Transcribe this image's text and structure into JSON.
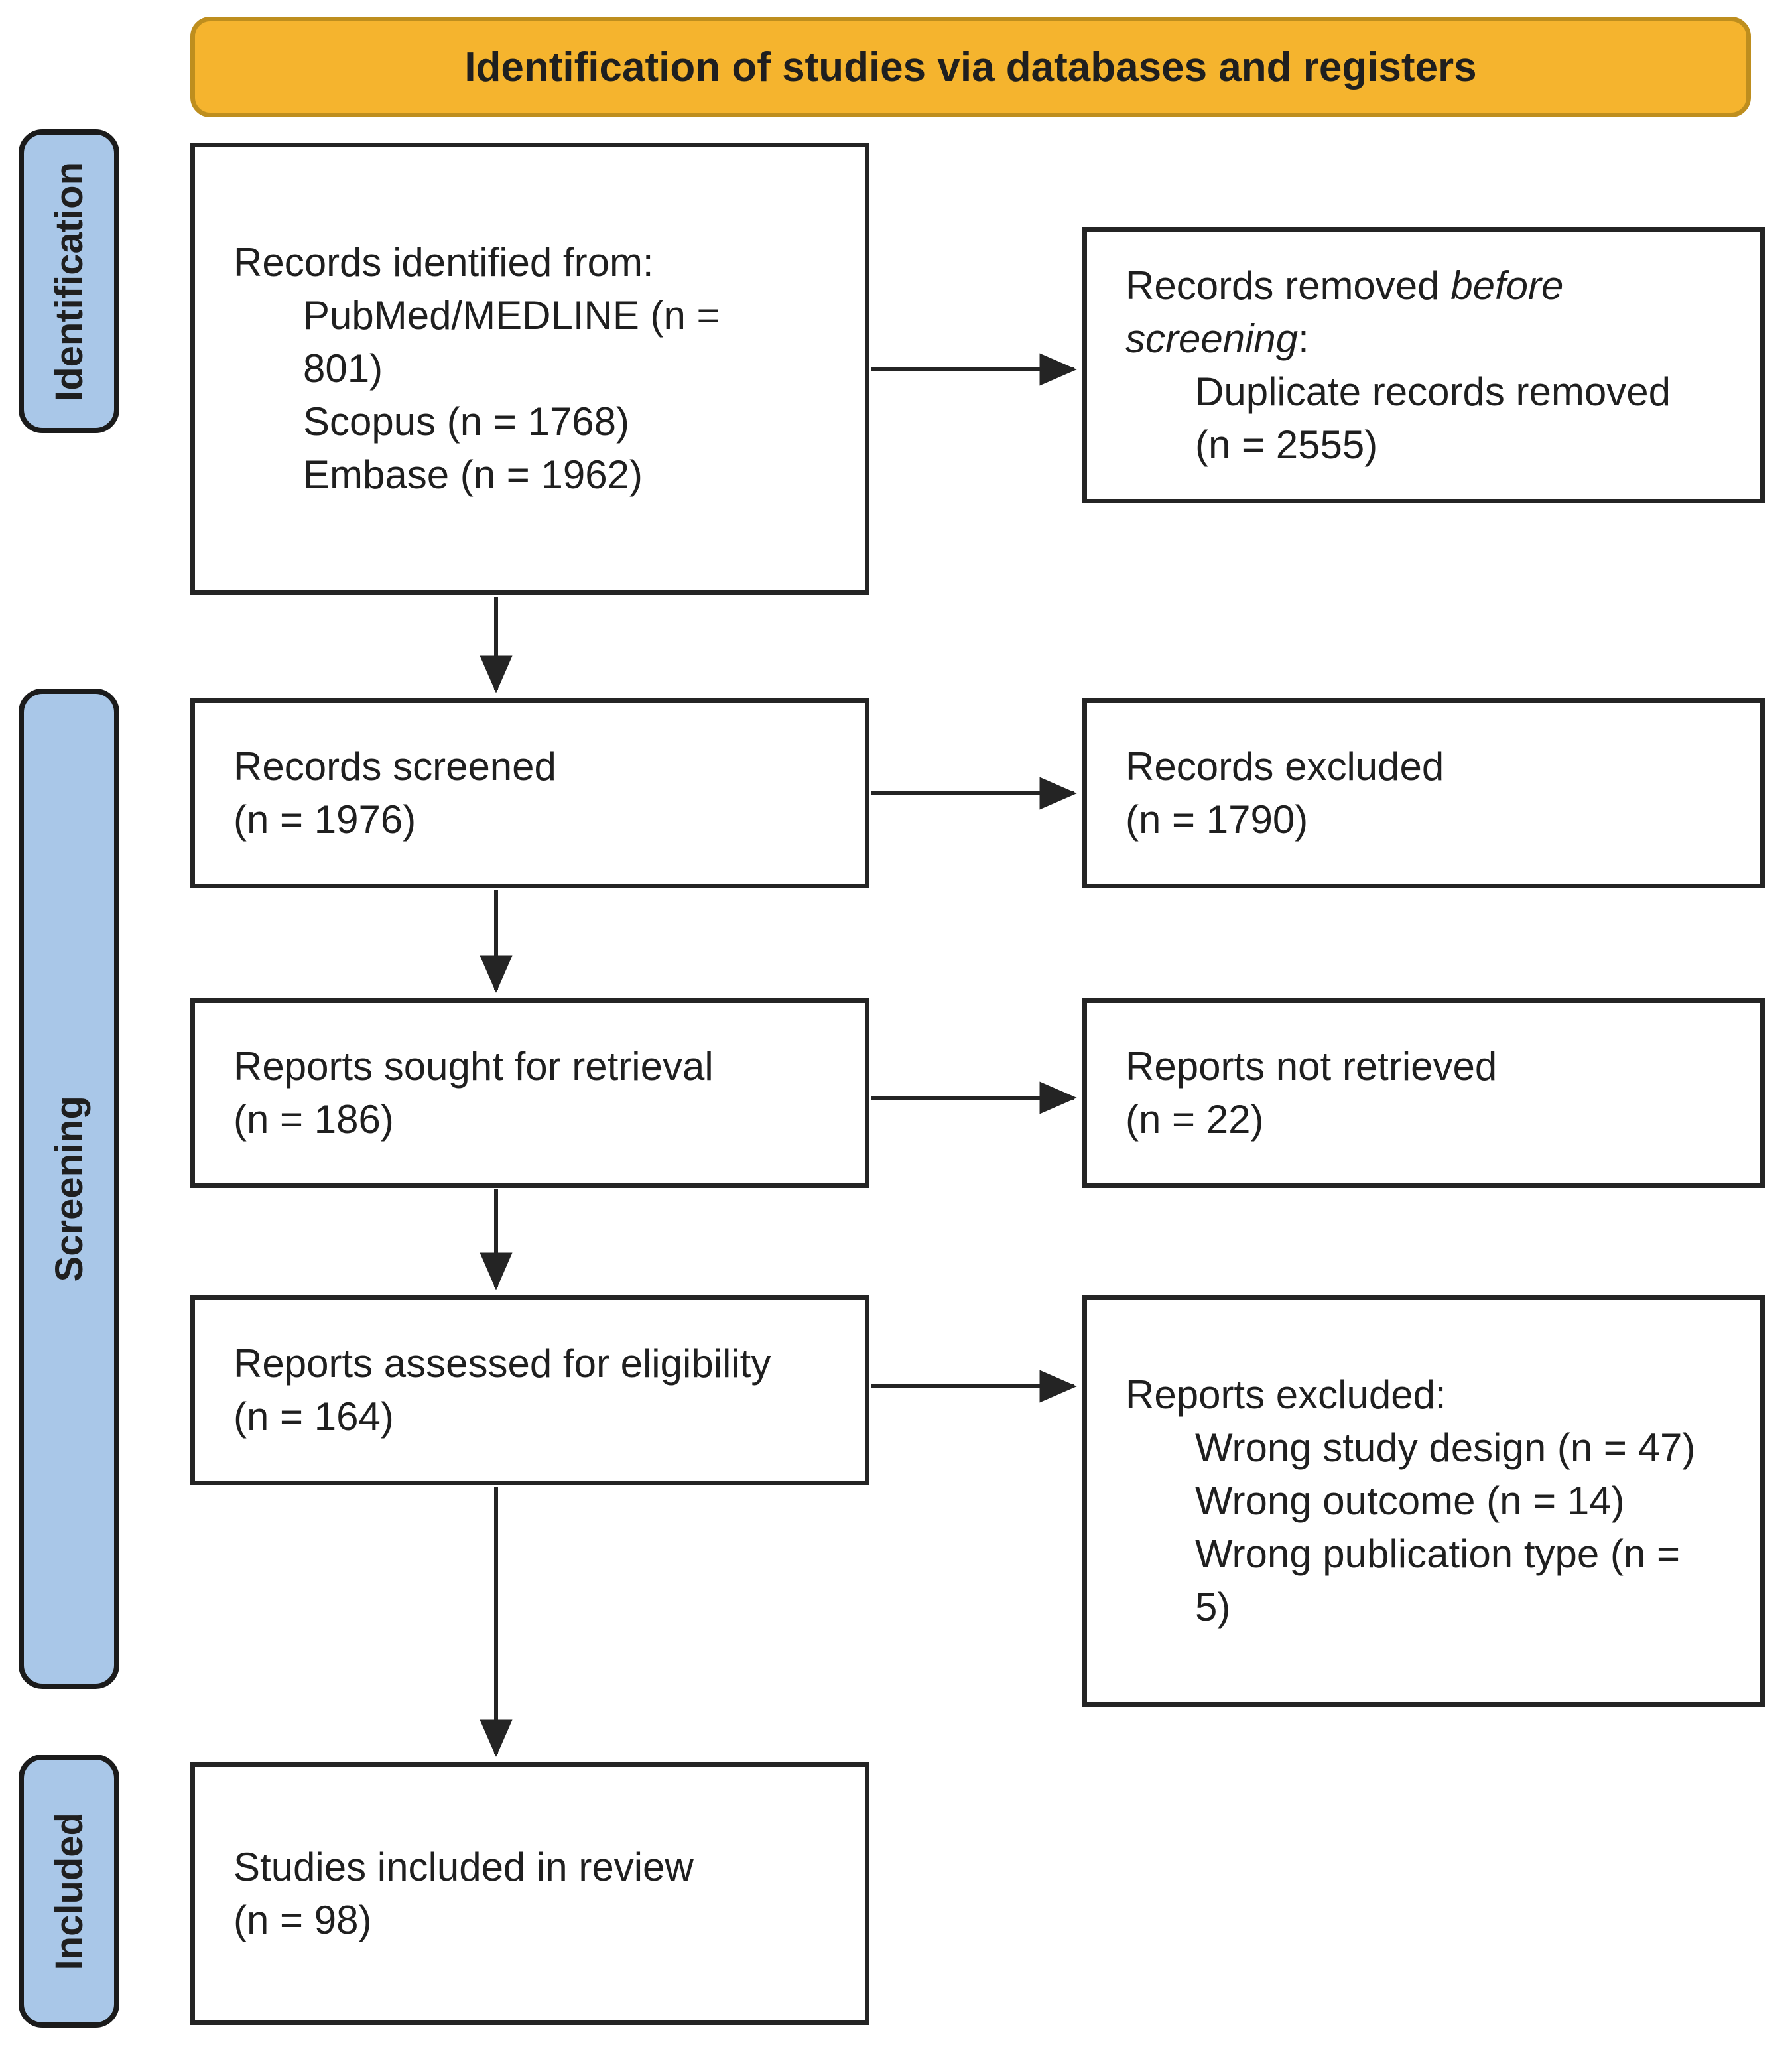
{
  "banner": {
    "title": "Identification of studies via databases and registers"
  },
  "sidebar": {
    "identification": "Identification",
    "screening": "Screening",
    "included": "Included"
  },
  "boxes": {
    "records_identified": {
      "intro": "Records identified from:",
      "items": [
        "PubMed/MEDLINE (n = 801)",
        "Scopus (n = 1768)",
        "Embase (n = 1962)"
      ]
    },
    "records_removed": {
      "prefix": "Records removed ",
      "emphasis": "before screening",
      "suffix": ":",
      "items": [
        "Duplicate records removed (n = 2555)"
      ]
    },
    "records_screened": {
      "label": "Records screened",
      "count": "(n = 1976)"
    },
    "records_excluded": {
      "label": "Records excluded",
      "count": "(n = 1790)"
    },
    "reports_sought": {
      "label": "Reports sought for retrieval",
      "count": "(n = 186)"
    },
    "reports_not_retrieved": {
      "label": "Reports not retrieved",
      "count": "(n = 22)"
    },
    "reports_assessed": {
      "label": "Reports assessed for eligibility",
      "count": "(n = 164)"
    },
    "reports_excluded": {
      "intro": "Reports excluded:",
      "items": [
        "Wrong study design (n = 47)",
        "Wrong outcome (n = 14)",
        "Wrong publication type (n = 5)"
      ]
    },
    "studies_included": {
      "label": "Studies included in review",
      "count": "(n = 98)"
    }
  },
  "colors": {
    "banner_fill": "#F5B42E",
    "banner_border": "#BE8E1E",
    "stage_fill": "#A9C7E8",
    "box_border": "#242424",
    "text": "#1F1F1F"
  }
}
